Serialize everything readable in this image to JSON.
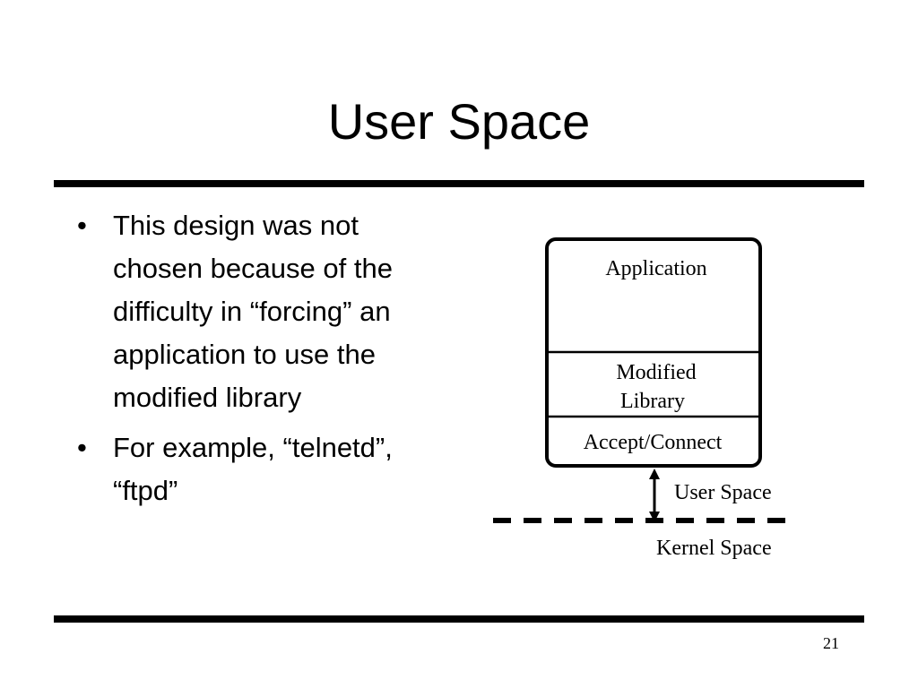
{
  "slide": {
    "title": "User Space",
    "bullets": [
      "This design was not chosen because of the difficulty in “forcing” an application to use the modified library",
      "For example, “telnetd”, “ftpd”"
    ],
    "bullet_symbol": "•",
    "page_number": "21"
  },
  "diagram": {
    "layers": {
      "application": "Application",
      "modified_library_line1": "Modified",
      "modified_library_line2": "Library",
      "accept_connect": "Accept/Connect"
    },
    "user_space_label": "User Space",
    "kernel_space_label": "Kernel Space"
  }
}
